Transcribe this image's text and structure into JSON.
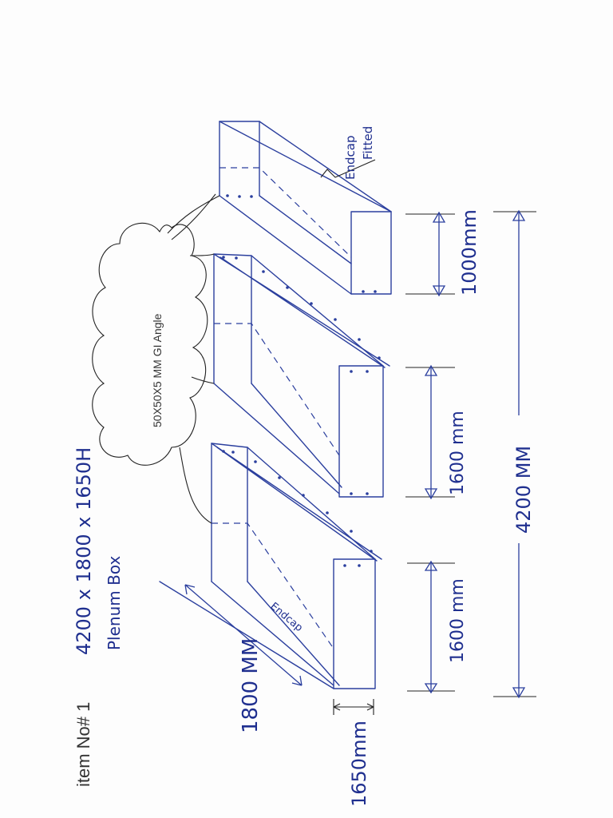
{
  "header": {
    "item_no": "item No# 1",
    "size": "4200 x 1800 x 1650H",
    "name": "Plenum Box"
  },
  "callout": {
    "angle_spec": "50X50X5 MM GI Angle"
  },
  "notes": {
    "endcap_fitted_line1": "Endcap",
    "endcap_fitted_line2": "Fitted",
    "endcap": "Endcap"
  },
  "dimensions": {
    "length_1800": "1800 MM",
    "height_1650": "1650mm",
    "seg_left": "1600 mm",
    "seg_mid": "1600 mm",
    "seg_right": "1000mm",
    "total": "4200 MM"
  },
  "colors": {
    "ink": "#2b3f9e",
    "pencil": "#222222"
  }
}
